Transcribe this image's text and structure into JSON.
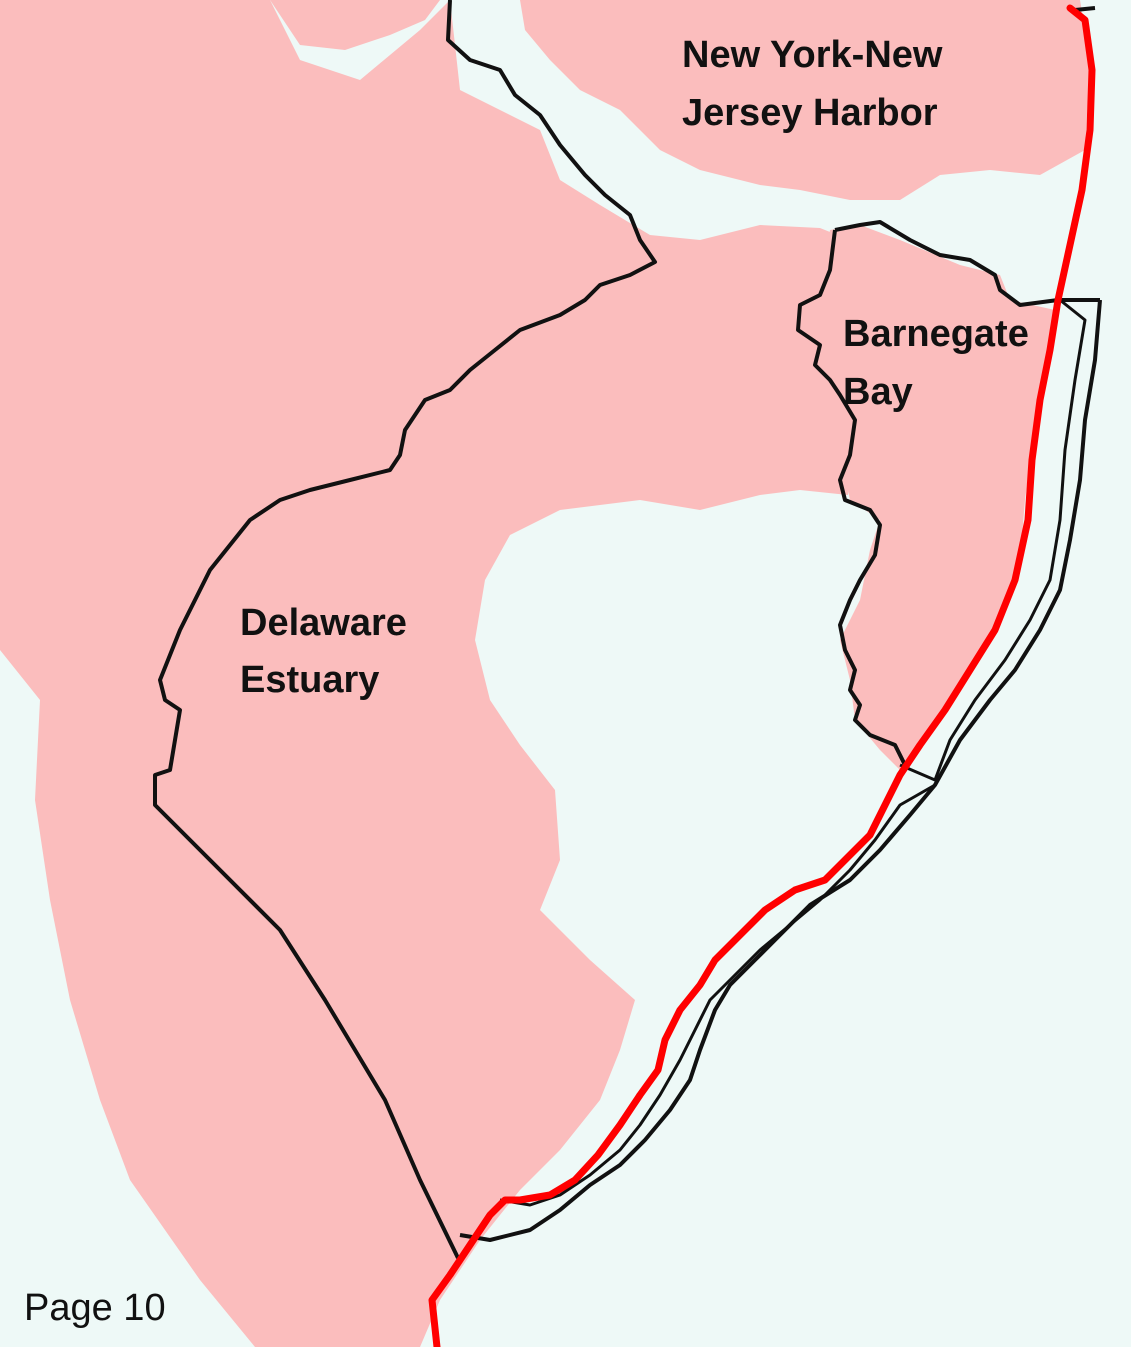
{
  "map": {
    "colors": {
      "water": "#eef9f7",
      "watershed_fill": "#fbbdbd",
      "boundary_line": "#111111",
      "highlight_line": "#ff0000"
    },
    "labels": {
      "nyharbor_line1": "New York-New",
      "nyharbor_line2": "Jersey Harbor",
      "barnegat_line1": "Barnegate",
      "barnegat_line2": "Bay",
      "delaware_line1": "Delaware",
      "delaware_line2": "Estuary"
    },
    "page_label": "Page 10"
  }
}
